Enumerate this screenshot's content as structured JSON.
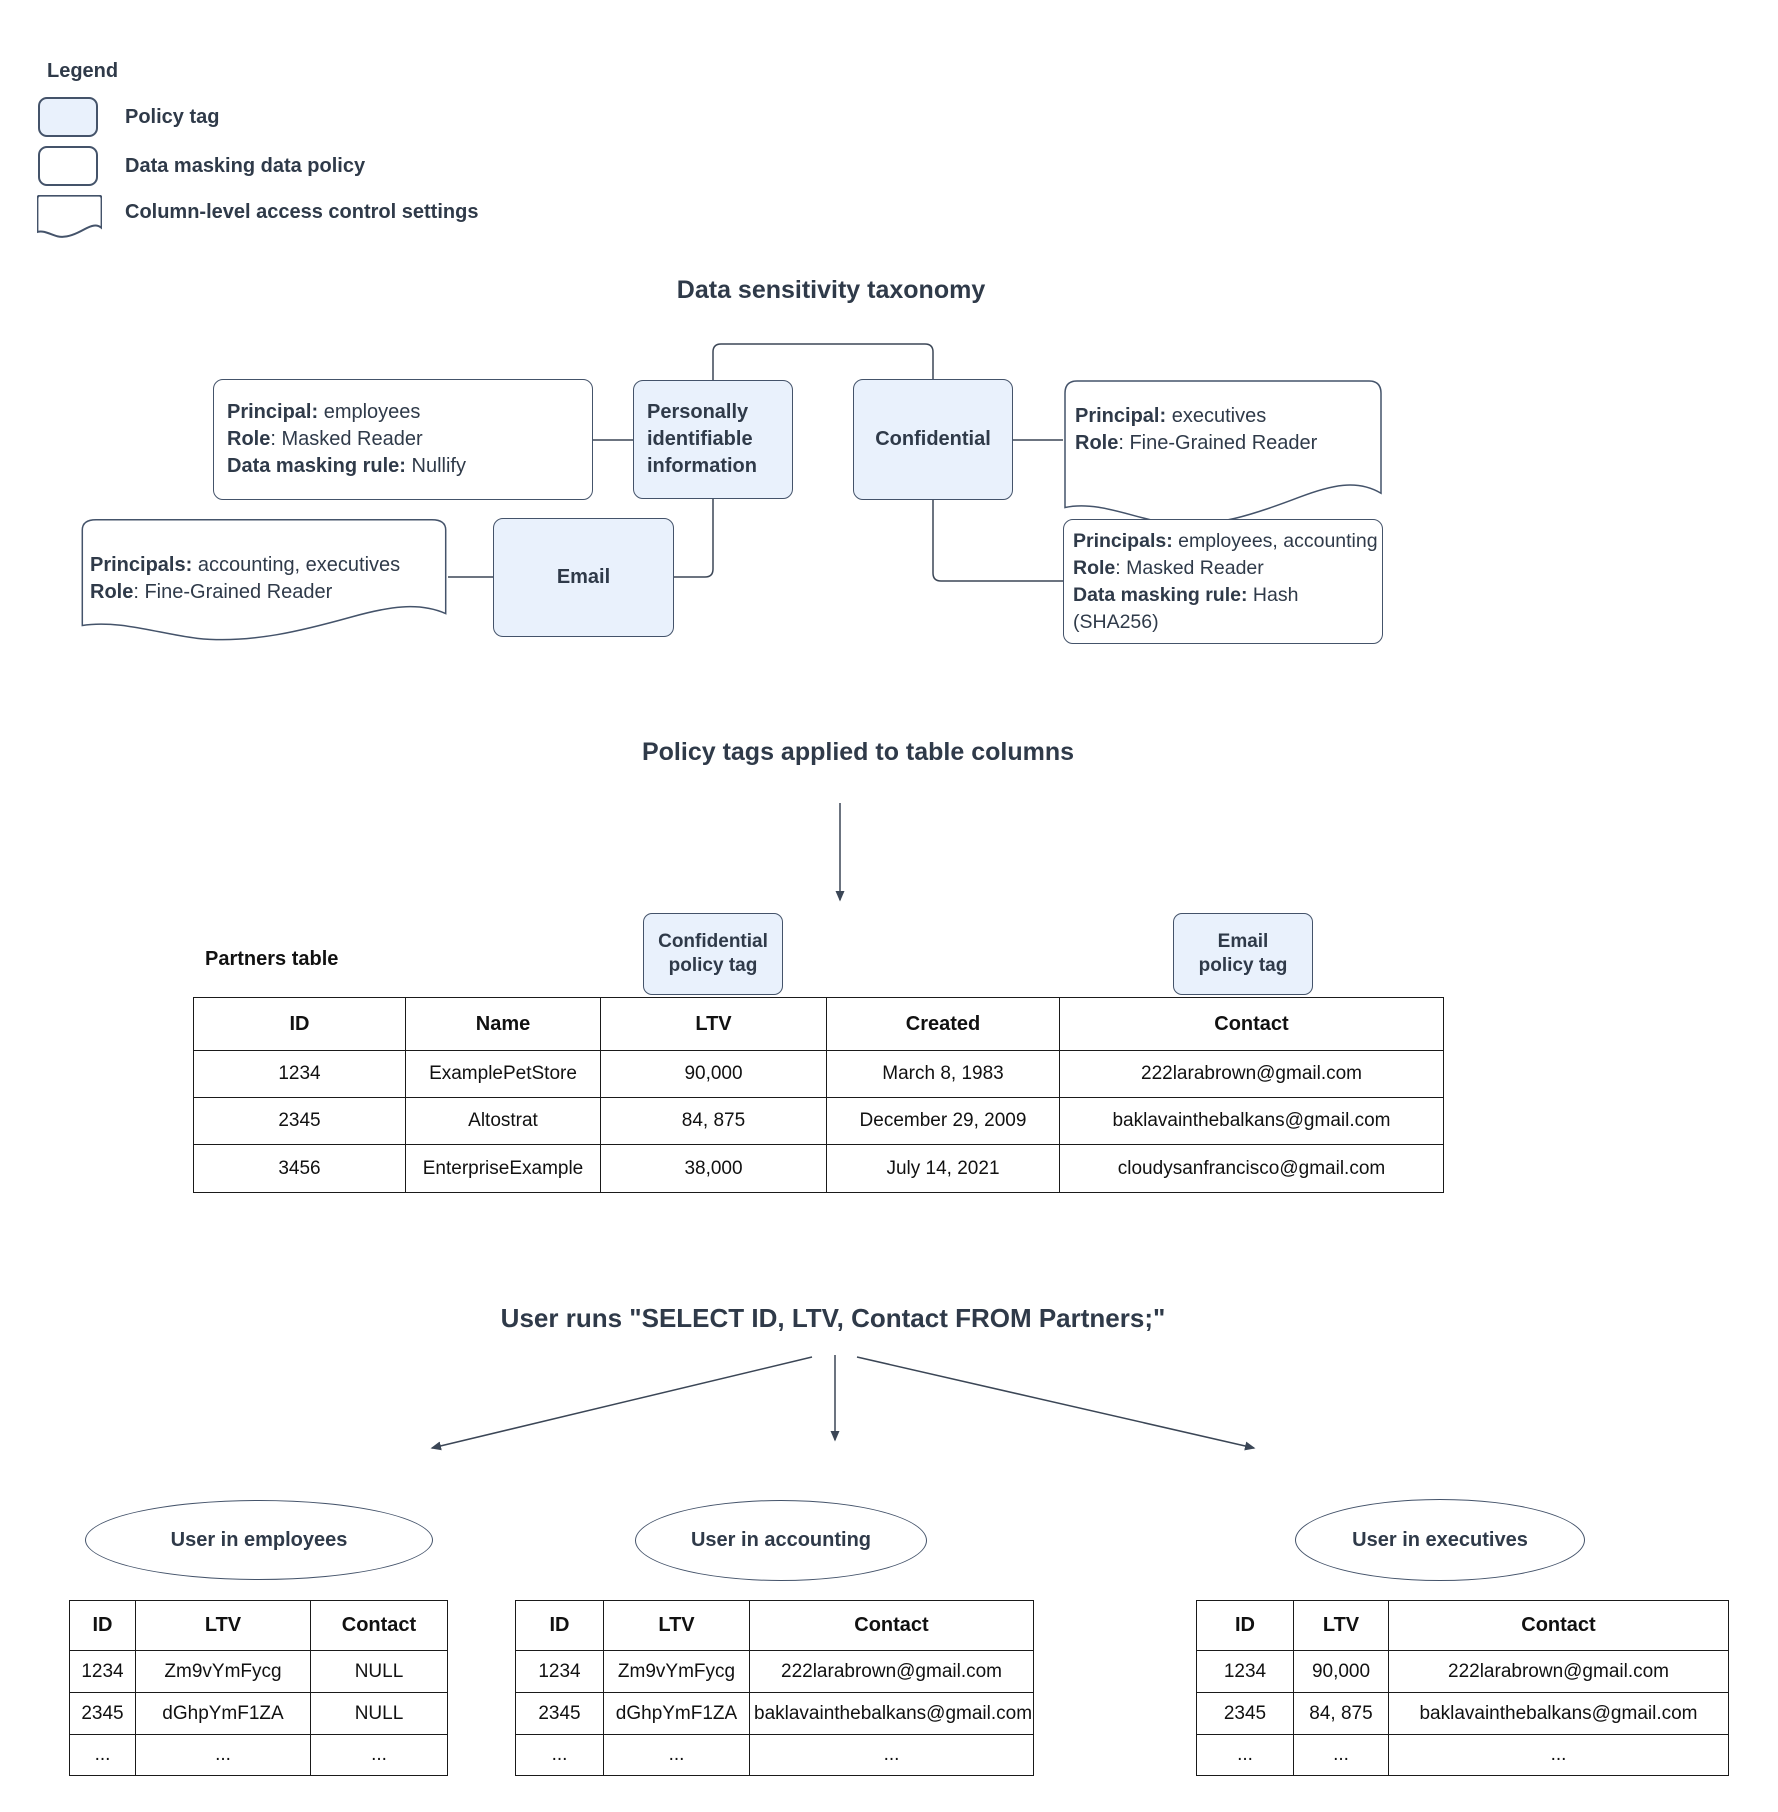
{
  "legend": {
    "title": "Legend",
    "items": [
      {
        "shape": "policy-tag-swatch",
        "label": "Policy tag"
      },
      {
        "shape": "data-policy-swatch",
        "label": "Data masking data policy"
      },
      {
        "shape": "acl-swatch",
        "label": "Column-level access control settings"
      }
    ]
  },
  "taxonomy": {
    "title": "Data sensitivity taxonomy",
    "pii": "Personally identifiable information",
    "confidential": "Confidential",
    "email": "Email",
    "nullify_policy": {
      "lines": [
        {
          "label": "Principal:",
          "value": " employees"
        },
        {
          "label": "Role",
          "value": ": Masked Reader"
        },
        {
          "label": "Data masking rule:",
          "value": " Nullify"
        }
      ]
    },
    "executives_acl": {
      "lines": [
        {
          "label": "Principal:",
          "value": " executives"
        },
        {
          "label": "Role",
          "value": ": Fine-Grained Reader"
        }
      ]
    },
    "accounting_acl": {
      "lines": [
        {
          "label": "Principals:",
          "value": " accounting, executives"
        },
        {
          "label": "Role",
          "value": ": Fine-Grained Reader"
        }
      ]
    },
    "hash_policy": {
      "lines": [
        {
          "label": "Principals:",
          "value": " employees, accounting"
        },
        {
          "label": "Role",
          "value": ": Masked Reader"
        },
        {
          "label": "Data masking rule:",
          "value": " Hash (SHA256)"
        }
      ]
    }
  },
  "policy_section": {
    "title": "Policy tags applied to table columns",
    "table_label": "Partners table",
    "confidential_tag_lines": [
      "Confidential",
      "policy tag"
    ],
    "email_tag_lines": [
      "Email",
      "policy tag"
    ]
  },
  "partners_table": {
    "headers": [
      "ID",
      "Name",
      "LTV",
      "Created",
      "Contact"
    ],
    "rows": [
      [
        "1234",
        "ExamplePetStore",
        "90,000",
        "March 8, 1983",
        "222larabrown@gmail.com"
      ],
      [
        "2345",
        "Altostrat",
        "84, 875",
        "December 29, 2009",
        "baklavainthebalkans@gmail.com"
      ],
      [
        "3456",
        "EnterpriseExample",
        "38,000",
        "July 14, 2021",
        "cloudysanfrancisco@gmail.com"
      ]
    ]
  },
  "query_section": {
    "title": "User runs \"SELECT ID, LTV, Contact FROM Partners;\""
  },
  "results": [
    {
      "user": "User in employees",
      "headers": [
        "ID",
        "LTV",
        "Contact"
      ],
      "rows": [
        [
          "1234",
          "Zm9vYmFycg",
          "NULL"
        ],
        [
          "2345",
          "dGhpYmF1ZA",
          "NULL"
        ],
        [
          "...",
          "...",
          "..."
        ]
      ]
    },
    {
      "user": "User in accounting",
      "headers": [
        "ID",
        "LTV",
        "Contact"
      ],
      "rows": [
        [
          "1234",
          "Zm9vYmFycg",
          "222larabrown@gmail.com"
        ],
        [
          "2345",
          "dGhpYmF1ZA",
          "baklavainthebalkans@gmail.com"
        ],
        [
          "...",
          "...",
          "..."
        ]
      ]
    },
    {
      "user": "User in executives",
      "headers": [
        "ID",
        "LTV",
        "Contact"
      ],
      "rows": [
        [
          "1234",
          "90,000",
          "222larabrown@gmail.com"
        ],
        [
          "2345",
          "84, 875",
          "baklavainthebalkans@gmail.com"
        ],
        [
          "...",
          "...",
          "..."
        ]
      ]
    }
  ],
  "colors": {
    "policy_tag_fill": "#e9f1fc",
    "stroke": "#44536a",
    "text": "#2f3a49",
    "table_border": "#1a1a1a"
  }
}
